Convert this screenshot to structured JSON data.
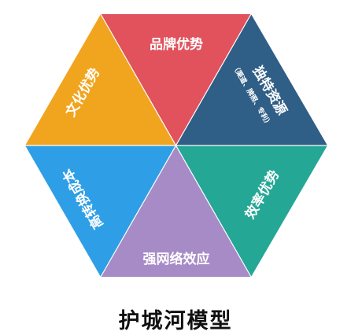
{
  "diagram": {
    "segments": {
      "top": {
        "label": "品牌优势",
        "color": "#E1525C"
      },
      "upper_right": {
        "label": "独特资源",
        "sublabel": "（渠道、牌照、专利）",
        "color": "#2F5E86"
      },
      "lower_right": {
        "label": "效率优势",
        "color": "#25A796"
      },
      "bottom": {
        "label": "强网络效应",
        "color": "#A78BC6"
      },
      "lower_left": {
        "label": "高转换成本",
        "color": "#2E9FE6"
      },
      "upper_left": {
        "label": "文化优势",
        "color": "#F1A51F"
      }
    }
  },
  "title": "护城河模型"
}
